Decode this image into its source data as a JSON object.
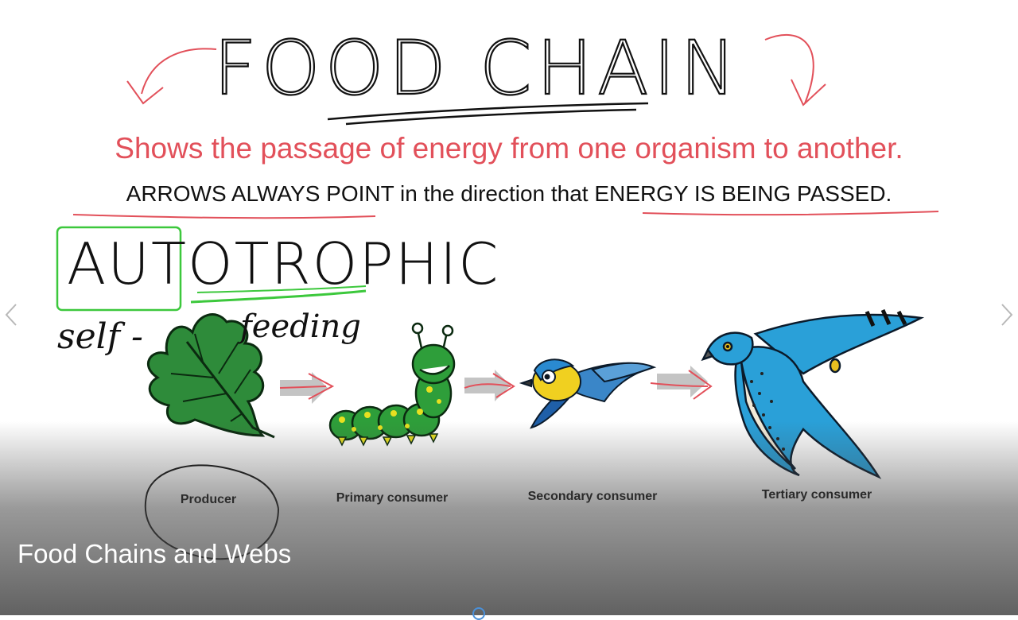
{
  "slide": {
    "title": "FOOD CHAIN",
    "subtitle": "Shows the passage of energy from one organism to another.",
    "rule_text": "ARROWS ALWAYS POINT in the direction that ENERGY IS BEING PASSED.",
    "autotrophic": "AUTOTROPHIC",
    "self": "self -",
    "feeding": "feeding",
    "organisms": [
      {
        "label": "Producer",
        "icon": "oak-leaf-icon"
      },
      {
        "label": "Primary consumer",
        "icon": "caterpillar-icon"
      },
      {
        "label": "Secondary consumer",
        "icon": "blue-tit-bird-icon"
      },
      {
        "label": "Tertiary consumer",
        "icon": "hawk-icon"
      }
    ]
  },
  "caption": "Food Chains and Webs",
  "nav": {
    "prev_icon": "chevron-left-icon",
    "next_icon": "chevron-right-icon"
  },
  "colors": {
    "red": "#e2505a",
    "green": "#3cc83c",
    "overlay": "#464646",
    "dot": "#4a90d9"
  }
}
